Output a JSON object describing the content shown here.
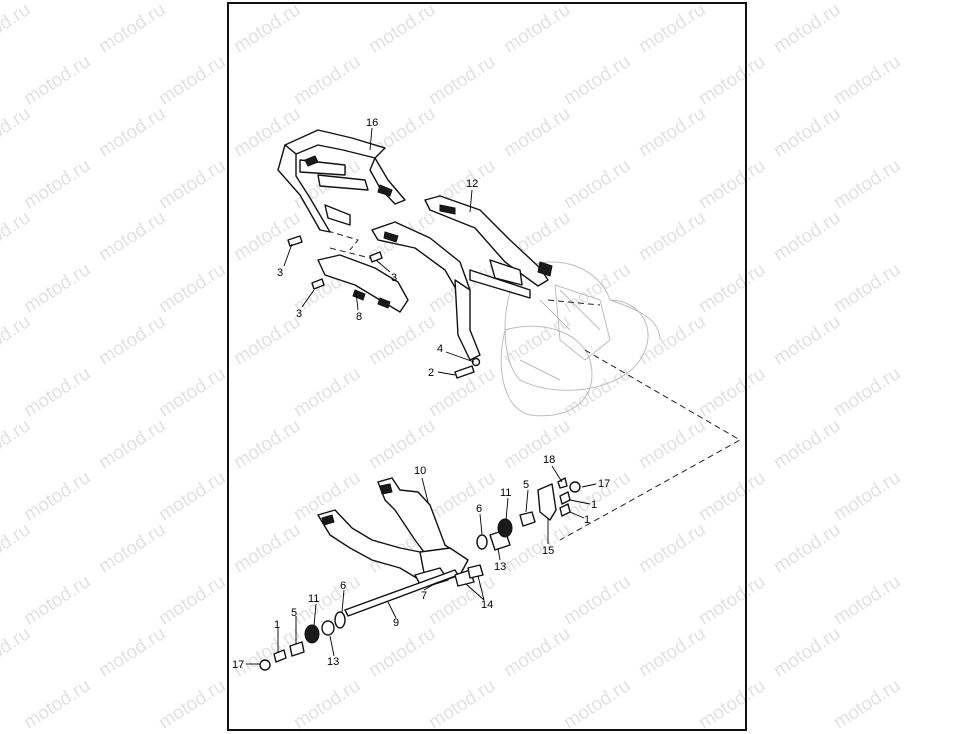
{
  "watermark_text": "motod.ru",
  "callouts": [
    {
      "id": "c16a",
      "text": "16"
    },
    {
      "id": "c12",
      "text": "12"
    },
    {
      "id": "c3a",
      "text": "3"
    },
    {
      "id": "c3b",
      "text": "3"
    },
    {
      "id": "c3c",
      "text": "3"
    },
    {
      "id": "c8",
      "text": "8"
    },
    {
      "id": "c4",
      "text": "4"
    },
    {
      "id": "c2",
      "text": "2"
    },
    {
      "id": "c10",
      "text": "10"
    },
    {
      "id": "c18",
      "text": "18"
    },
    {
      "id": "c17a",
      "text": "17"
    },
    {
      "id": "c11a",
      "text": "11"
    },
    {
      "id": "c5a",
      "text": "5"
    },
    {
      "id": "c1a",
      "text": "1"
    },
    {
      "id": "c1b",
      "text": "1"
    },
    {
      "id": "c6a",
      "text": "6"
    },
    {
      "id": "c13a",
      "text": "13"
    },
    {
      "id": "c15",
      "text": "15"
    },
    {
      "id": "c7",
      "text": "7"
    },
    {
      "id": "c14",
      "text": "14"
    },
    {
      "id": "c6b",
      "text": "6"
    },
    {
      "id": "c11b",
      "text": "11"
    },
    {
      "id": "c5b",
      "text": "5"
    },
    {
      "id": "c9",
      "text": "9"
    },
    {
      "id": "c1c",
      "text": "1"
    },
    {
      "id": "c13b",
      "text": "13"
    },
    {
      "id": "c17b",
      "text": "17"
    }
  ]
}
